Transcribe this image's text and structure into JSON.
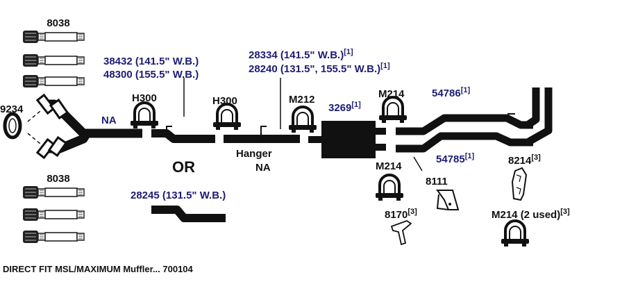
{
  "colors": {
    "part_black": "#111111",
    "part_blue": "#1c1c74",
    "background": "#ffffff"
  },
  "labels": {
    "clamp_8038_top": "8038",
    "clamp_8038_bottom": "8038",
    "gasket_9234": "9234",
    "na_left": "NA",
    "clamp_h300_a": "H300",
    "clamp_h300_b": "H300",
    "pipe_38432": "38432 (141.5\" W.B.)",
    "pipe_48300": "48300 (155.5\" W.B.)",
    "pipe_28334": "28334 (141.5\" W.B.)",
    "pipe_28334_sup": "[1]",
    "pipe_28240": "28240 (131.5\", 155.5\" W.B.)",
    "pipe_28240_sup": "[1]",
    "clamp_m212": "M212",
    "muffler_3269": "3269",
    "muffler_3269_sup": "[1]",
    "clamp_m214_top": "M214",
    "tailpipe_54786": "54786",
    "tailpipe_54786_sup": "[1]",
    "hanger": "Hanger",
    "hanger_na": "NA",
    "or_text": "OR",
    "clamp_m214_mid": "M214",
    "tailpipe_54785": "54785",
    "tailpipe_54785_sup": "[1]",
    "hanger_8111": "8111",
    "hanger_8214": "8214",
    "hanger_8214_sup": "[3]",
    "pipe_28245": "28245 (131.5\" W.B.)",
    "hanger_8170": "8170",
    "hanger_8170_sup": "[3]",
    "clamp_m214_used": "M214 (2 used)",
    "clamp_m214_used_sup": "[3]",
    "footer": "DIRECT FIT MSL/MAXIMUM Muffler... 700104"
  }
}
